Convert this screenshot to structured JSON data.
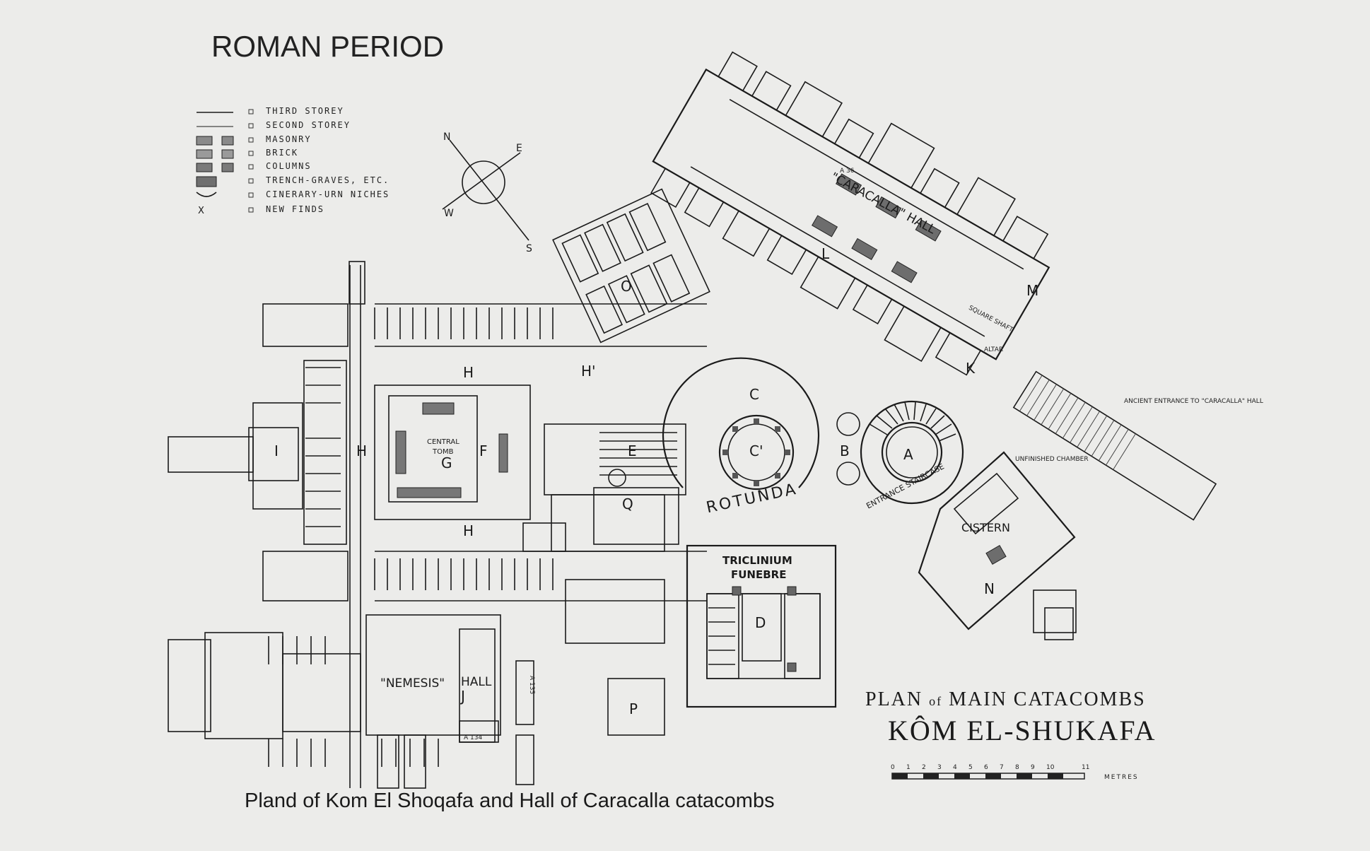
{
  "header": {
    "title": "ROMAN PERIOD"
  },
  "legend": [
    {
      "label": "THIRD STOREY",
      "symbol": "thin-line"
    },
    {
      "label": "SECOND STOREY",
      "symbol": "thin-line"
    },
    {
      "label": "MASONRY",
      "symbol": "hatched-block"
    },
    {
      "label": "BRICK",
      "symbol": "hatched-block"
    },
    {
      "label": "COLUMNS",
      "symbol": "hatched-block"
    },
    {
      "label": "TRENCH-GRAVES, ETC.",
      "symbol": "hatched-block"
    },
    {
      "label": "CINERARY-URN NICHES",
      "symbol": "niche"
    },
    {
      "label": "NEW FINDS",
      "symbol": "x-mark"
    }
  ],
  "compass": {
    "n": "N",
    "e": "E",
    "s": "S",
    "w": "W"
  },
  "rooms": {
    "A": "A",
    "B": "B",
    "C": "C",
    "C_prime": "C'",
    "D": "D",
    "E": "E",
    "F": "F",
    "G": "G",
    "H": "H",
    "H_prime": "H'",
    "I": "I",
    "J": "J",
    "K": "K",
    "L": "L",
    "M": "M",
    "N": "N",
    "O": "O",
    "P": "P",
    "Q": "Q"
  },
  "named_areas": {
    "rotunda": "ROTUNDA",
    "entrance_staircase": "ENTRANCE STAIRCASE",
    "cistern": "CISTERN",
    "triclinium_1": "TRICLINIUM",
    "triclinium_2": "FUNEBRE",
    "caracalla_hall": "\"CARACALLA\" HALL",
    "nemesis": "\"NEMESIS\"",
    "hall": "HALL",
    "central_tomb_1": "CENTRAL",
    "central_tomb_2": "TOMB",
    "altar": "ALTAR",
    "unfinished_chamber": "UNFINISHED CHAMBER",
    "ancient_entrance": "ANCIENT ENTRANCE TO \"CARACALLA\" HALL",
    "square_shaft": "SQUARE SHAFT"
  },
  "tomb_codes": {
    "a36": "A 36",
    "a134": "A 134",
    "a135": "A 135"
  },
  "plan_title": {
    "line1_a": "PLAN",
    "line1_of": "of",
    "line1_b": "MAIN CATACOMBS",
    "line2": "KÔM EL-SHUKAFA"
  },
  "scale_bar": {
    "ticks": [
      "0",
      "1",
      "2",
      "3",
      "4",
      "5",
      "6",
      "7",
      "8",
      "9",
      "10",
      "11"
    ],
    "unit": "METRES"
  },
  "caption": "Pland of Kom El  Shoqafa and Hall of Caracalla catacombs"
}
